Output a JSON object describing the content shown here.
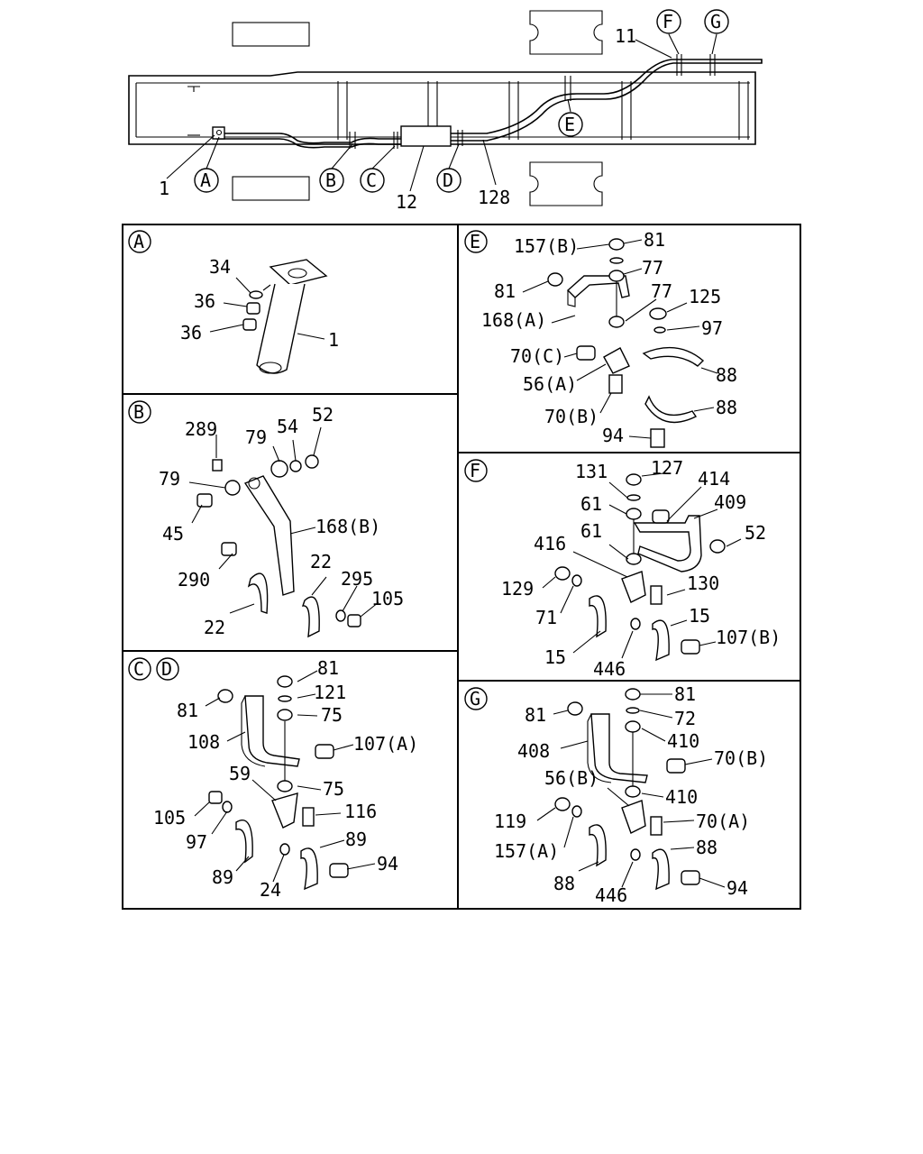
{
  "overview": {
    "callouts": [
      "1",
      "A",
      "B",
      "C",
      "12",
      "D",
      "128",
      "E",
      "11",
      "F",
      "G"
    ]
  },
  "panel_a": {
    "title": "A",
    "parts": [
      "34",
      "36",
      "36",
      "1"
    ]
  },
  "panel_b": {
    "title": "B",
    "parts": [
      "289",
      "79",
      "54",
      "52",
      "79",
      "45",
      "168(B)",
      "290",
      "22",
      "295",
      "105",
      "22"
    ]
  },
  "panel_cd": {
    "title_c": "C",
    "title_d": "D",
    "parts": [
      "81",
      "81",
      "121",
      "75",
      "108",
      "107(A)",
      "59",
      "75",
      "105",
      "116",
      "97",
      "89",
      "94",
      "89",
      "24"
    ]
  },
  "panel_e": {
    "title": "E",
    "parts": [
      "157(B)",
      "81",
      "81",
      "77",
      "77",
      "125",
      "168(A)",
      "97",
      "70(C)",
      "56(A)",
      "88",
      "70(B)",
      "88",
      "94"
    ]
  },
  "panel_f": {
    "title": "F",
    "parts": [
      "131",
      "127",
      "414",
      "61",
      "409",
      "52",
      "416",
      "61",
      "129",
      "130",
      "71",
      "15",
      "107(B)",
      "15",
      "446"
    ]
  },
  "panel_g": {
    "title": "G",
    "parts": [
      "81",
      "81",
      "72",
      "408",
      "410",
      "70(B)",
      "56(B)",
      "410",
      "119",
      "70(A)",
      "157(A)",
      "88",
      "88",
      "94",
      "446"
    ]
  }
}
